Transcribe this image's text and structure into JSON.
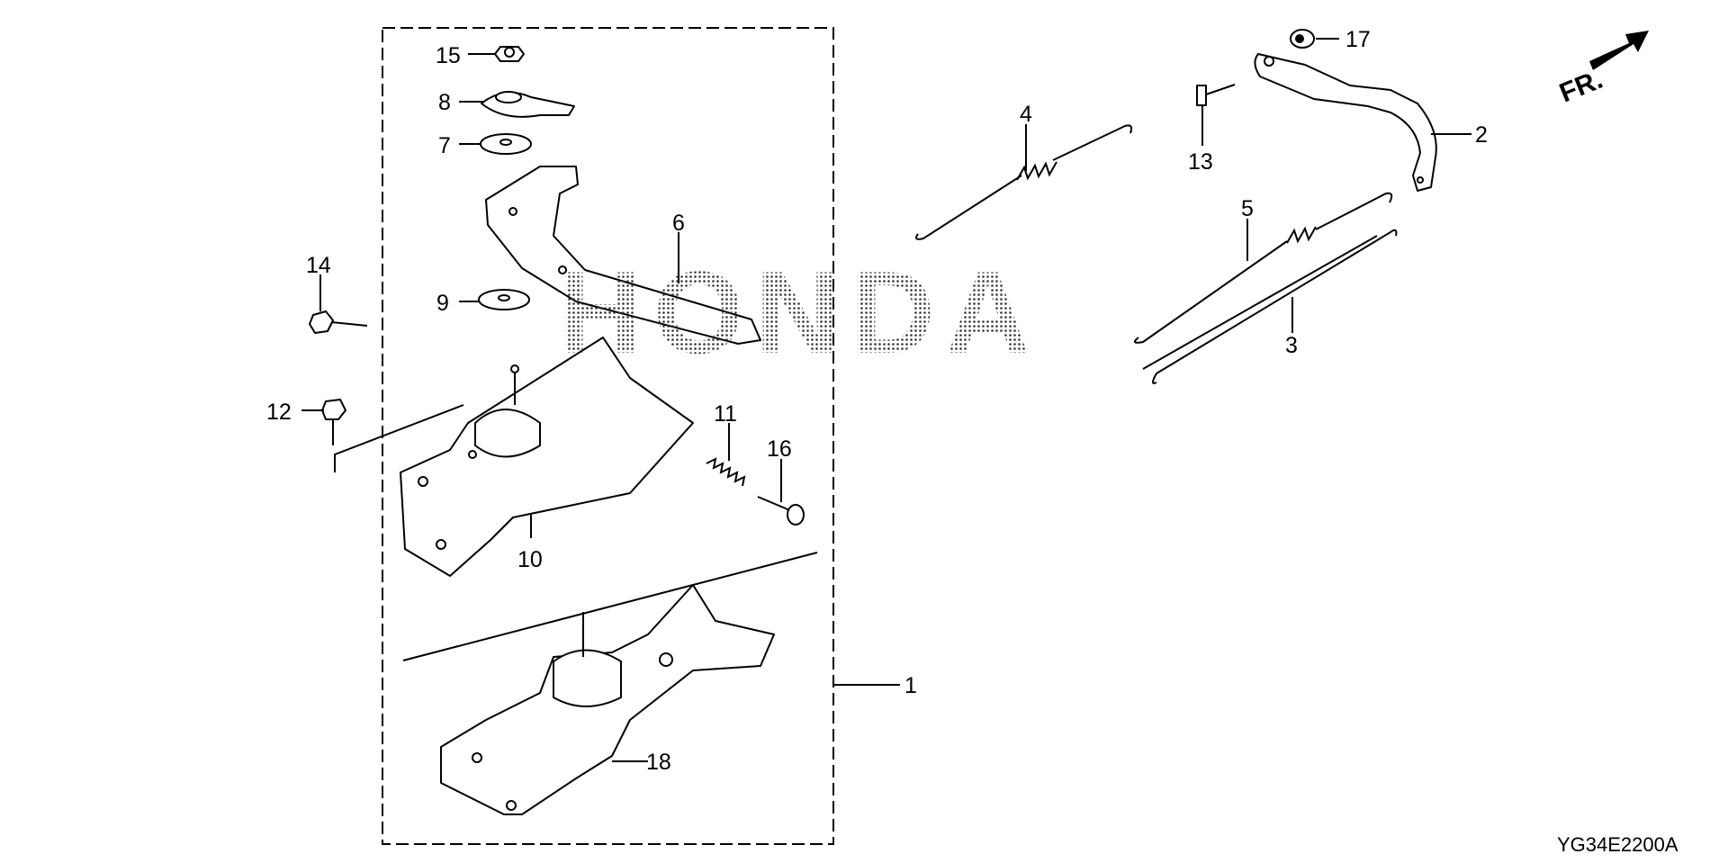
{
  "diagram": {
    "watermark": "HONDA",
    "front_indicator": "FR.",
    "diagram_code": "YG34E2200A",
    "callouts": {
      "p1": "1",
      "p2": "2",
      "p3": "3",
      "p4": "4",
      "p5": "5",
      "p6": "6",
      "p7": "7",
      "p8": "8",
      "p9": "9",
      "p10": "10",
      "p11": "11",
      "p12": "12",
      "p13": "13",
      "p14": "14",
      "p15": "15",
      "p16": "16",
      "p17": "17",
      "p18": "18"
    }
  }
}
